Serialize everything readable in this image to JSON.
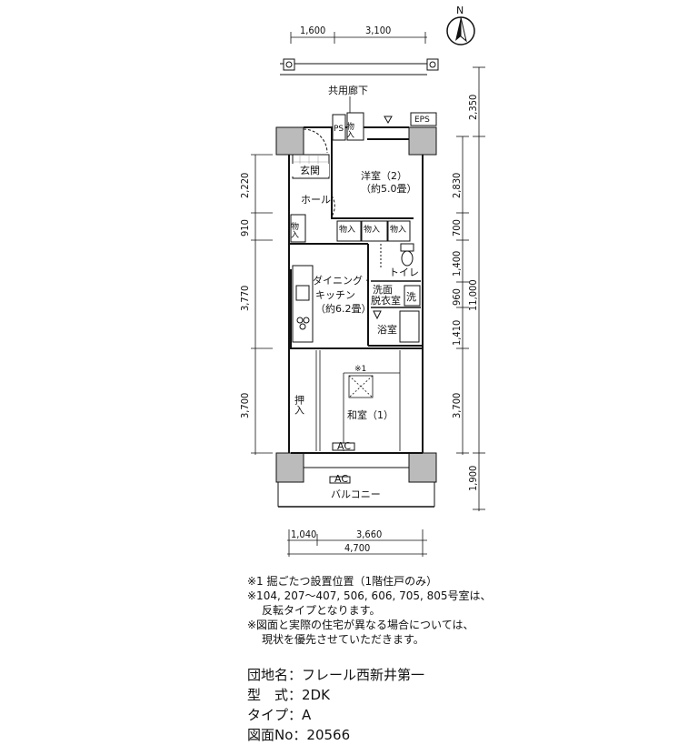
{
  "compass_label": "N",
  "corridor_label": "共用廊下",
  "eps_label": "EPS",
  "ps_label": "PS",
  "rooms": {
    "storage_top": "物入",
    "entrance": "玄関",
    "hall": "ホール",
    "western_room_name": "洋室（2）",
    "western_room_size": "（約5.0畳）",
    "shoe_cabinet": "物入",
    "storage_a": "物入",
    "storage_b": "物入",
    "storage_c": "物入",
    "toilet": "トイレ",
    "dk_name_1": "ダイニング・",
    "dk_name_2": "キッチン",
    "dk_size": "（約6.2畳）",
    "washroom_1": "洗面",
    "washroom_2": "脱衣室",
    "washer": "洗",
    "bathroom": "浴室",
    "kotatsu_mark": "※1",
    "closet": "押入",
    "japanese_room": "和室（1）",
    "ac_inner": "AC",
    "ac_balcony": "AC",
    "balcony": "バルコニー"
  },
  "dimensions": {
    "top": [
      "1,600",
      "3,100"
    ],
    "left": [
      "2,220",
      "910",
      "3,770",
      "3,700"
    ],
    "right_inner": [
      "2,830",
      "700",
      "1,400",
      "960",
      "1,410",
      "3,700"
    ],
    "right_outer": [
      "2,350",
      "11,000",
      "1,900"
    ],
    "bottom_parts": [
      "1,040",
      "3,660"
    ],
    "bottom_total": "4,700"
  },
  "notes": [
    "※1 掘ごたつ設置位置（1階住戸のみ）",
    "※104, 207～407, 506, 606, 705, 805号室は、",
    "反転タイプとなります。",
    "※図面と実際の住宅が異なる場合については、",
    "現状を優先させていただきます。"
  ],
  "info": {
    "complex_key": "団地名：",
    "complex_value": "フレール西新井第一",
    "model_key": "型　式：",
    "model_value": "2DK",
    "type_key": "タイプ：",
    "type_value": "A",
    "drawing_key": "図面No：",
    "drawing_value": "20566"
  }
}
